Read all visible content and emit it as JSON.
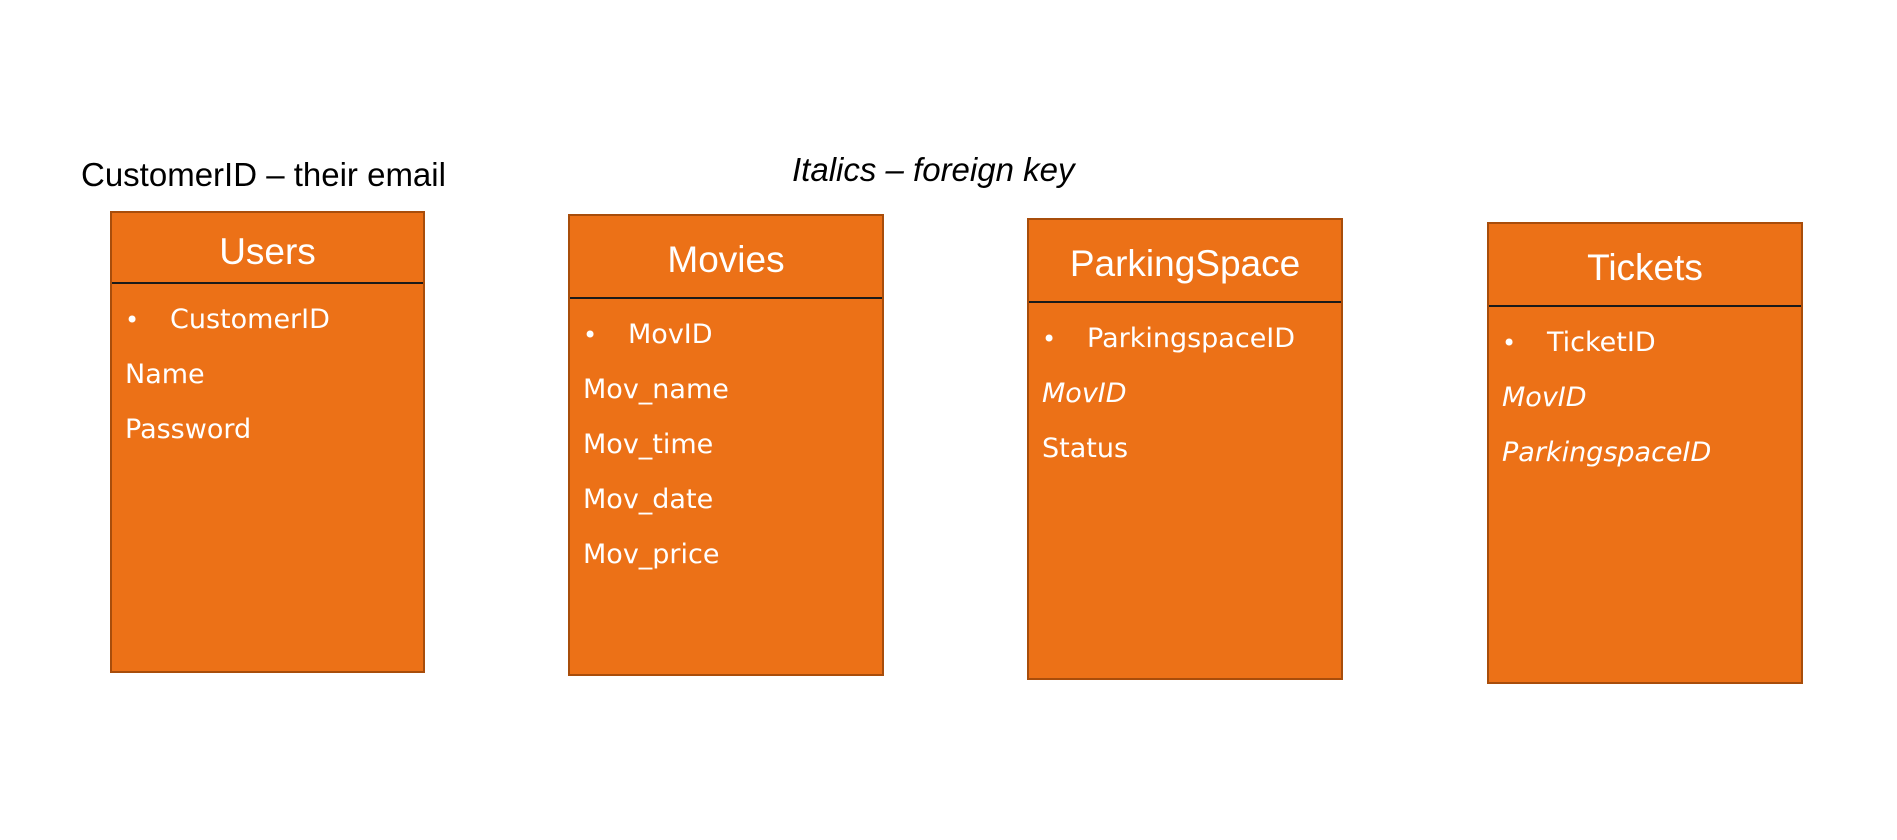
{
  "notes": {
    "customer_id": "CustomerID – their email",
    "italics": "Italics – foreign key"
  },
  "entities": [
    {
      "title": "Users",
      "fields": [
        {
          "bullet": "•",
          "name": "CustomerID"
        },
        {
          "name": "Name"
        },
        {
          "name": "Password"
        }
      ]
    },
    {
      "title": "Movies",
      "fields": [
        {
          "bullet": "•",
          "name": "MovID"
        },
        {
          "name": "Mov_name"
        },
        {
          "name": "Mov_time"
        },
        {
          "name": "Mov_date"
        },
        {
          "name": "Mov_price"
        }
      ]
    },
    {
      "title": "ParkingSpace",
      "fields": [
        {
          "bullet": "•",
          "name": "ParkingspaceID"
        },
        {
          "name": "MovID",
          "foreign_key": true
        },
        {
          "name": "Status"
        }
      ]
    },
    {
      "title": "Tickets",
      "fields": [
        {
          "bullet": "•",
          "name": "TicketID"
        },
        {
          "name": "MovID",
          "foreign_key": true
        },
        {
          "name": "ParkingspaceID",
          "foreign_key": true
        }
      ]
    }
  ],
  "colors": {
    "box_fill": "#ec7117",
    "box_border": "#a84d0b",
    "text": "#ffffff"
  }
}
